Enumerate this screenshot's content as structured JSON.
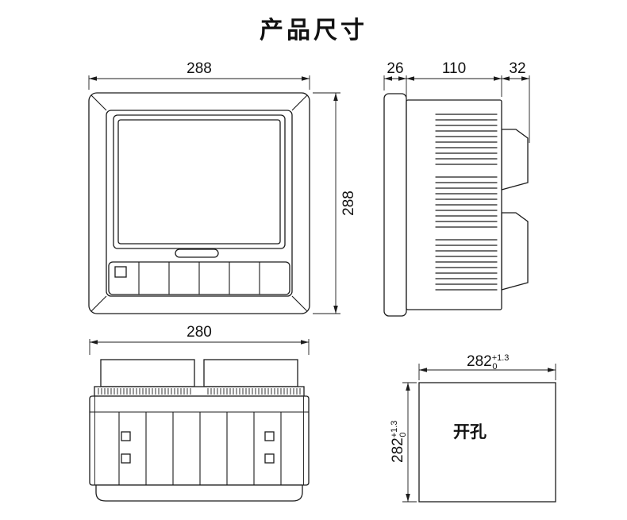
{
  "title": "产品尺寸",
  "front_view": {
    "width_label": "288",
    "height_label": "288"
  },
  "side_view": {
    "bezel_depth_label": "26",
    "body_depth_label": "110",
    "rear_depth_label": "32"
  },
  "bottom_view": {
    "width_label": "280"
  },
  "cutout": {
    "label": "开孔",
    "width_value": "282",
    "width_tol_upper": "+1.3",
    "width_tol_lower": "0",
    "height_value": "282",
    "height_tol_upper": "+1.3",
    "height_tol_lower": "0"
  }
}
